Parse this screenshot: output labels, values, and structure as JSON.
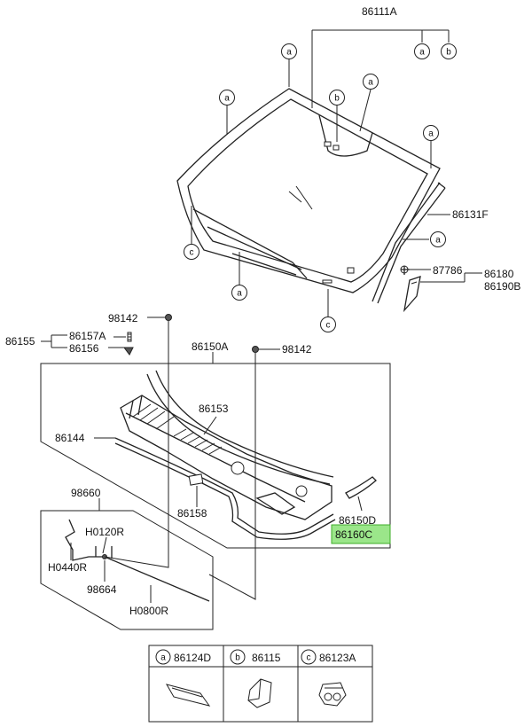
{
  "labels": {
    "p86111A": "86111A",
    "p86131F": "86131F",
    "p87786": "87786",
    "p86180": "86180",
    "p86190B": "86190B",
    "p98142a": "98142",
    "p98142b": "98142",
    "p86155": "86155",
    "p86157A": "86157A",
    "p86156": "86156",
    "p86150A": "86150A",
    "p86153": "86153",
    "p86144": "86144",
    "p86158": "86158",
    "p86150D": "86150D",
    "p86160C": "86160C",
    "p98660": "98660",
    "pH0120R": "H0120R",
    "pH0440R": "H0440R",
    "p98664": "98664",
    "pH0800R": "H0800R"
  },
  "callout_letters": {
    "a": "a",
    "b": "b",
    "c": "c"
  },
  "legend": [
    {
      "letter": "a",
      "part": "86124D"
    },
    {
      "letter": "b",
      "part": "86115"
    },
    {
      "letter": "c",
      "part": "86123A"
    }
  ],
  "colors": {
    "highlight_fill": "#9be68a",
    "highlight_border": "#3fae2a",
    "line": "#222222"
  }
}
